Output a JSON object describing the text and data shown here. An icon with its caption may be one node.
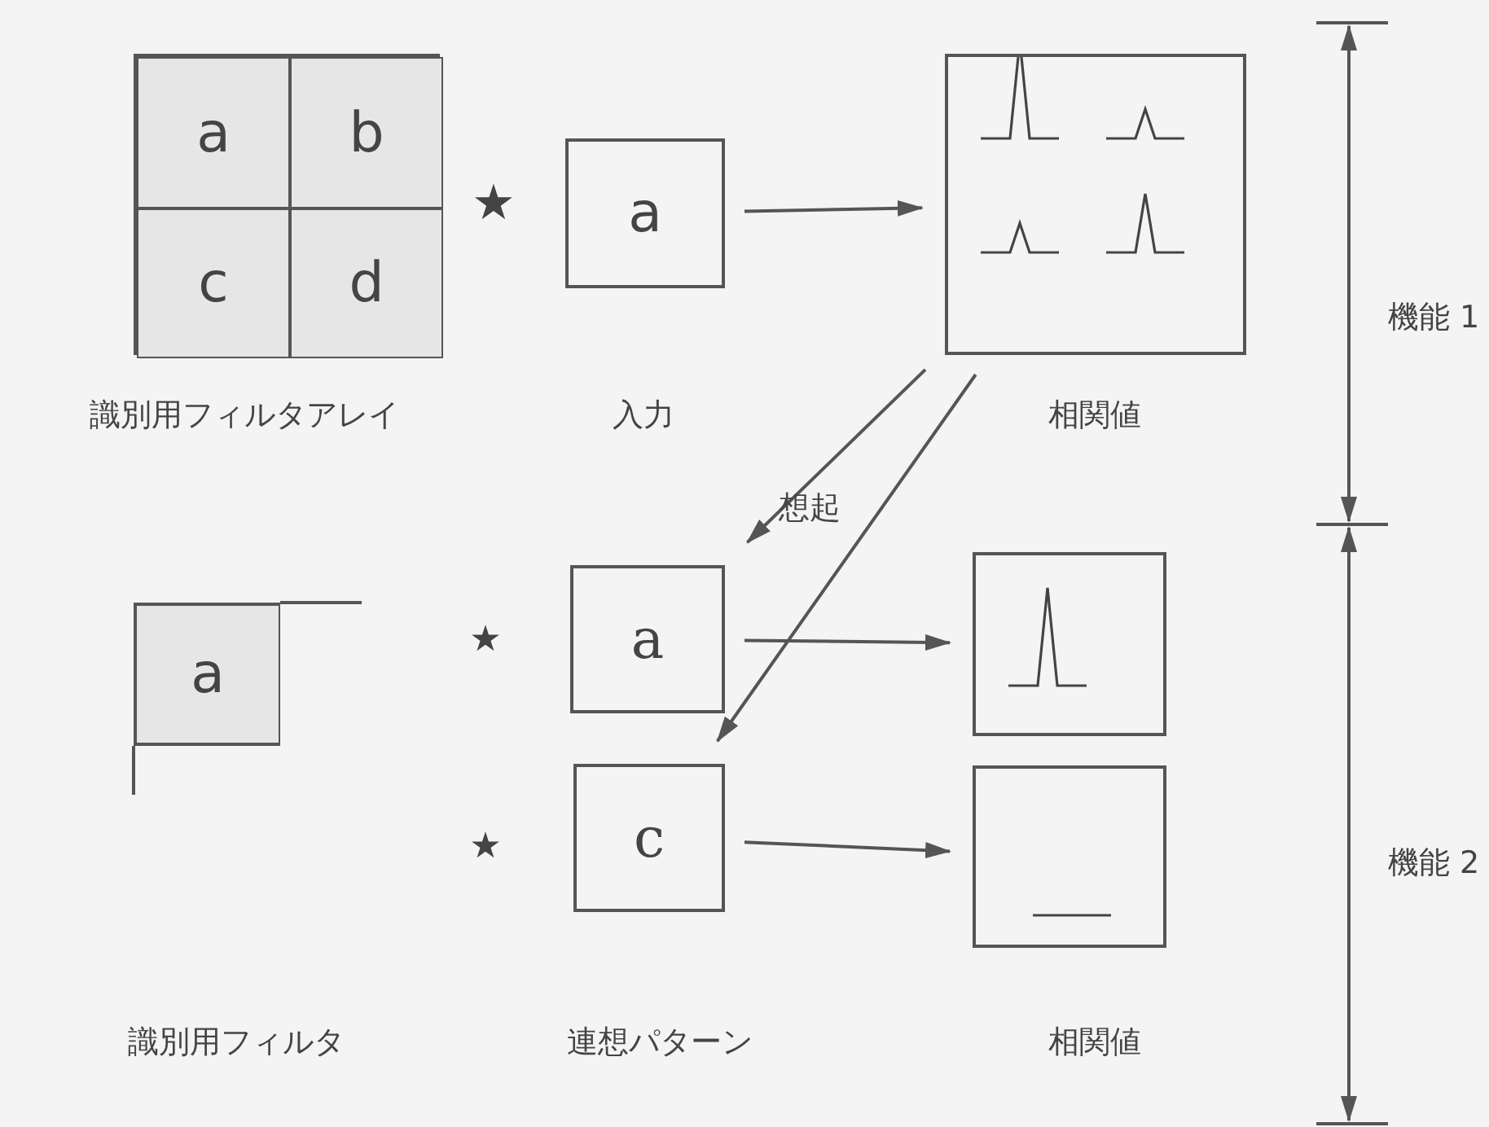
{
  "diagram": {
    "nodes": [
      {
        "text": [],
        "shape": "box"
      },
      {
        "text": [
          "a"
        ],
        "in": 0
      },
      {
        "text": [
          "b"
        ],
        "in": 0
      },
      {
        "text": [
          "c"
        ],
        "in": 0
      },
      {
        "text": [
          "d"
        ],
        "in": 0
      },
      {
        "text": [
          "a"
        ]
      },
      {
        "text": [],
        "shape": "box"
      },
      {
        "text": [
          "a"
        ]
      },
      {
        "text": [
          "a"
        ]
      },
      {
        "text": [
          "c"
        ]
      },
      {
        "text": [],
        "shape": "box"
      },
      {
        "text": [],
        "shape": "box"
      }
    ],
    "edges": [
      {
        "from": 5,
        "to": 6,
        "arrow": "to"
      },
      {
        "from": 6,
        "to": 8,
        "arrow": "to",
        "label": "想起"
      },
      {
        "from": 6,
        "to": 9,
        "arrow": "to"
      },
      {
        "from": 8,
        "to": 10,
        "arrow": "to"
      },
      {
        "from": 9,
        "to": 11,
        "arrow": "to"
      }
    ],
    "labels": [
      "★",
      "機能 1",
      "識別用フィルタアレイ",
      "入力",
      "相関値",
      "★",
      "★",
      "機能 2",
      "識別用フィルタ",
      "連想パターン",
      "相関値"
    ]
  }
}
